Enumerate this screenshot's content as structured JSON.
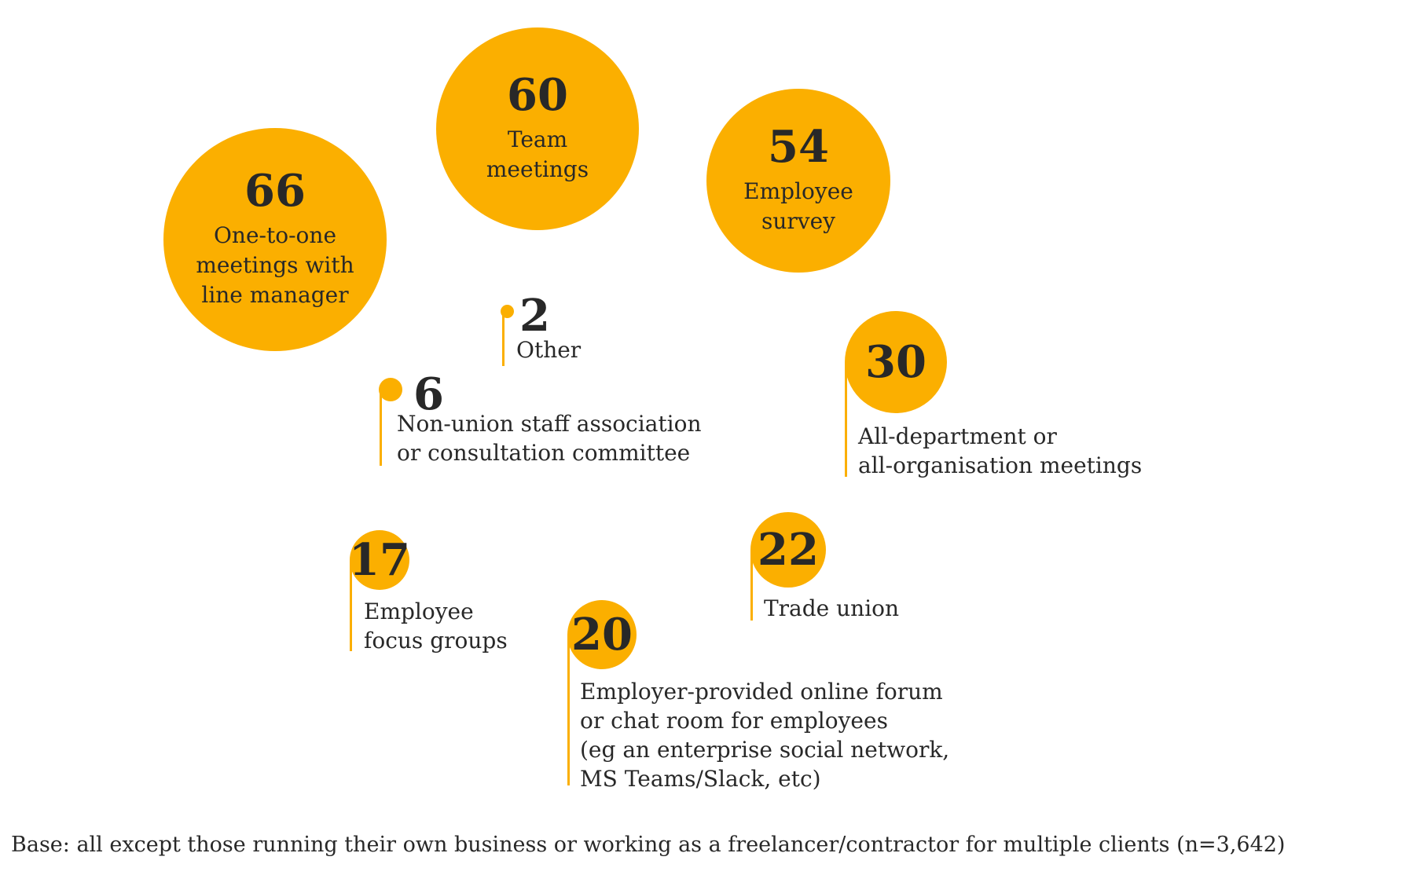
{
  "chart_data": {
    "type": "bubble",
    "title": "",
    "radius_px_per_unit": 2.15,
    "accent_color": "#FBAF00",
    "text_color": "#282828",
    "background_color": "#FFFFFF",
    "grid": false,
    "legend": "none",
    "bubbles": [
      {
        "value": 66,
        "label": "One-to-one meetings with line manager",
        "lines": [
          "One-to-one",
          "meetings with",
          "line manager"
        ]
      },
      {
        "value": 60,
        "label": "Team meetings",
        "lines": [
          "Team",
          "meetings"
        ]
      },
      {
        "value": 54,
        "label": "Employee survey",
        "lines": [
          "Employee",
          "survey"
        ]
      },
      {
        "value": 30,
        "label": "All-department or all-organisation meetings",
        "lines": [
          "All-department or",
          "all-organisation meetings"
        ]
      },
      {
        "value": 22,
        "label": "Trade union",
        "lines": [
          "Trade union"
        ]
      },
      {
        "value": 20,
        "label": "Employer-provided online forum or chat room for employees (eg an enterprise social network, MS Teams/Slack, etc)",
        "lines": [
          "Employer-provided online forum",
          "or chat room for employees",
          "(eg an enterprise social network,",
          "MS Teams/Slack, etc)"
        ]
      },
      {
        "value": 17,
        "label": "Employee focus groups",
        "lines": [
          "Employee",
          "focus groups"
        ]
      },
      {
        "value": 6,
        "label": "Non-union staff association or consultation committee",
        "lines": [
          "Non-union staff association",
          "or consultation committee"
        ]
      },
      {
        "value": 2,
        "label": "Other",
        "lines": [
          "Other"
        ]
      }
    ],
    "base_note": "Base: all except those running their own business or working as a freelancer/contractor for multiple clients (n=3,642)"
  }
}
